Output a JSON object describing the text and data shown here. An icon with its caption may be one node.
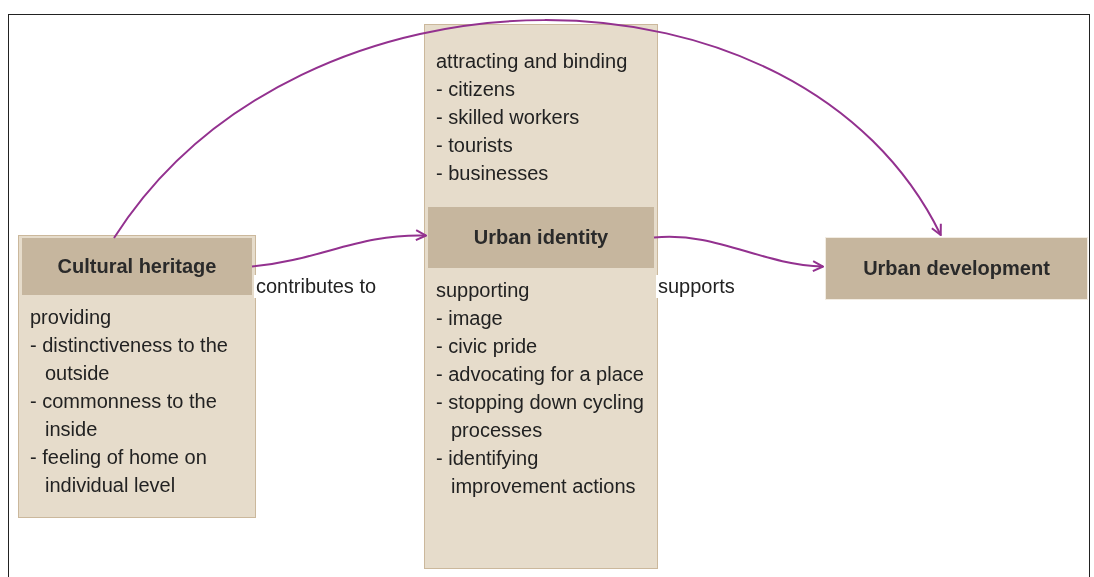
{
  "diagram": {
    "nodes": [
      {
        "text": [
          "providing",
          "- distinctiveness to the outside",
          "- commonness to the inside",
          "- feeling of home on individual level"
        ]
      },
      {
        "text": [
          "Cultural heritage"
        ],
        "in": 0
      },
      {
        "text": [
          "attracting and binding",
          "- citizens",
          "- skilled workers",
          "- tourists",
          "- businesses",
          "supporting",
          "- image",
          "- civic pride",
          "- advocating for a place",
          "- stopping down cycling processes",
          "- identifying improvement actions"
        ]
      },
      {
        "text": [
          "Urban identity"
        ],
        "in": 2
      },
      {
        "text": [
          "Urban development"
        ]
      }
    ],
    "edges": [
      {
        "from": 1,
        "to": 3,
        "arrow": "to",
        "label": "contributes to"
      },
      {
        "from": 3,
        "to": 4,
        "arrow": "to",
        "label": "supports"
      },
      {
        "from": 1,
        "to": 4,
        "arrow": "to"
      }
    ]
  }
}
